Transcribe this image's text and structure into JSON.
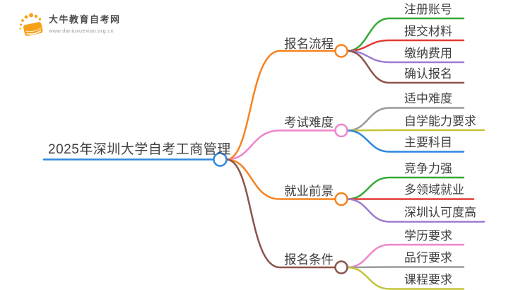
{
  "logo": {
    "site_name": "大牛教育自考网",
    "site_url": "www.daniuxuexiao.org.cn"
  },
  "palette": {
    "logo_orange": "#F7A11A",
    "text": "#3F3F3F",
    "blue": "#2E86DE",
    "orange": "#F6821F",
    "green": "#35A835",
    "red": "#E23B35",
    "purple": "#9E7BD0",
    "brown": "#8B544A",
    "pink": "#EE85CB",
    "gray": "#9A9A9A",
    "olive": "#C3C43A"
  },
  "mindmap": {
    "root": {
      "label": "2025年深圳大学自考工商管理",
      "color": "#2E86DE"
    },
    "branches": [
      {
        "label": "报名流程",
        "color": "#F6821F",
        "children": [
          {
            "label": "注册账号",
            "color": "#35A835"
          },
          {
            "label": "提交材料",
            "color": "#E23B35"
          },
          {
            "label": "缴纳费用",
            "color": "#9E7BD0"
          },
          {
            "label": "确认报名",
            "color": "#8B544A"
          }
        ]
      },
      {
        "label": "考试难度",
        "color": "#EE85CB",
        "children": [
          {
            "label": "适中难度",
            "color": "#9A9A9A"
          },
          {
            "label": "自学能力要求",
            "color": "#C3C43A"
          },
          {
            "label": "主要科目",
            "color": "#2E86DE"
          }
        ]
      },
      {
        "label": "就业前景",
        "color": "#F6821F",
        "children": [
          {
            "label": "竞争力强",
            "color": "#35A835"
          },
          {
            "label": "多领域就业",
            "color": "#E23B35"
          },
          {
            "label": "深圳认可度高",
            "color": "#9E7BD0"
          }
        ]
      },
      {
        "label": "报名条件",
        "color": "#8B544A",
        "children": [
          {
            "label": "学历要求",
            "color": "#EE85CB"
          },
          {
            "label": "品行要求",
            "color": "#9A9A9A"
          },
          {
            "label": "课程要求",
            "color": "#C3C43A"
          }
        ]
      }
    ]
  }
}
